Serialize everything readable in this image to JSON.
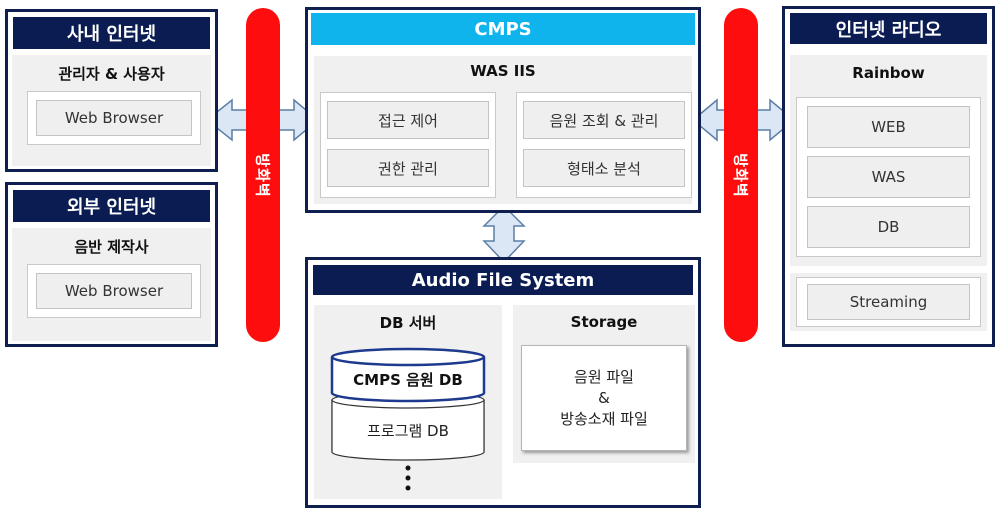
{
  "internal": {
    "title": "사내 인터넷",
    "group": "관리자 & 사용자",
    "client": "Web Browser"
  },
  "external": {
    "title": "외부 인터넷",
    "group": "음반 제작사",
    "client": "Web Browser"
  },
  "firewall_label": "방화벽",
  "cmps": {
    "title": "CMPS",
    "was": "WAS IIS",
    "modules": [
      "접근 제어",
      "권한 관리",
      "음원 조회 & 관리",
      "형태소 분석"
    ]
  },
  "afs": {
    "title": "Audio File System",
    "db_server": {
      "label": "DB 서버",
      "db1": "CMPS 음원 DB",
      "db2": "프로그램 DB"
    },
    "storage": {
      "label": "Storage",
      "line1": "음원 파일",
      "line2": "&",
      "line3": "방송소재 파일"
    }
  },
  "radio": {
    "title": "인터넷 라디오",
    "name": "Rainbow",
    "layers": [
      "WEB",
      "WAS",
      "DB"
    ],
    "streaming": "Streaming"
  },
  "colors": {
    "navy": "#0b1c52",
    "cyan": "#10b4ec",
    "firewall": "#fd0d0d",
    "arrow_fill": "#dce7f5",
    "arrow_stroke": "#5a7ea6"
  }
}
